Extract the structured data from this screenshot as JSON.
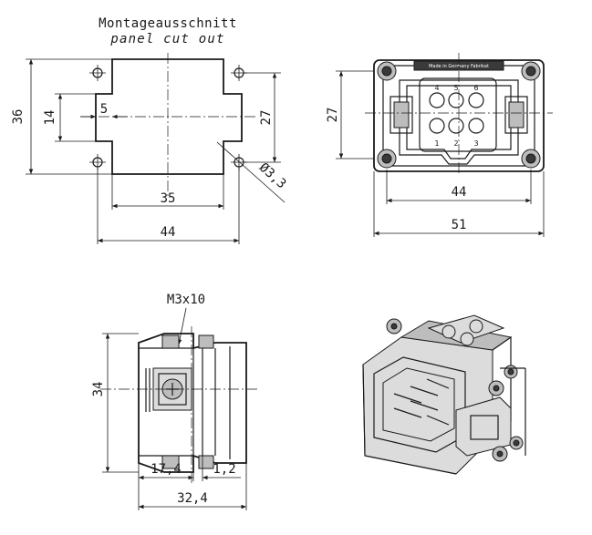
{
  "cutout": {
    "title": "Montageausschnitt",
    "subtitle": "panel cut out",
    "dim_width_outer": "44",
    "dim_width_inner": "35",
    "dim_height_outer": "36",
    "dim_height_inner": "14",
    "dim_height_holes": "27",
    "dim_offset": "5",
    "dim_hole": "Ø3,3"
  },
  "front": {
    "dim_width_outer": "51",
    "dim_width_inner": "44",
    "dim_height": "27",
    "pins": [
      "4",
      "5",
      "6",
      "1",
      "2",
      "3"
    ],
    "label_text": "Made in Germany Fabrikat"
  },
  "side": {
    "screw_label": "M3x10",
    "dim_height": "34",
    "dim_left": "17,4",
    "dim_right": "1,2",
    "dim_total": "32,4"
  }
}
